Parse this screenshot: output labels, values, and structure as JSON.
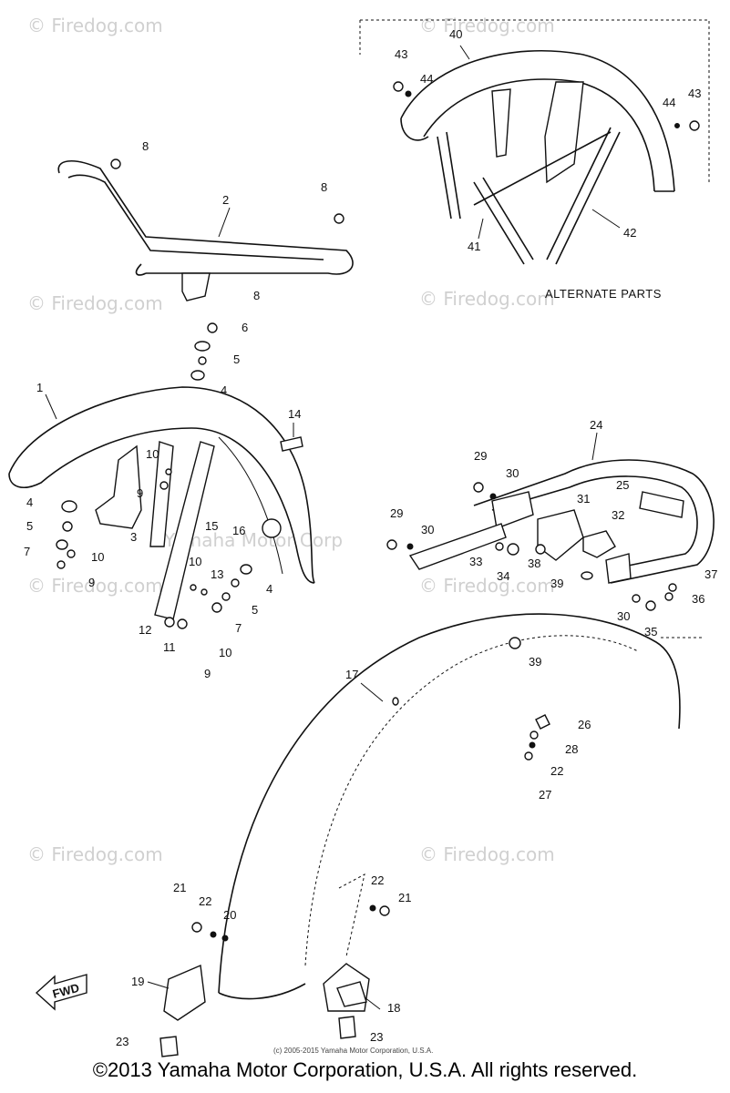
{
  "watermark_text": "© Firedog.com",
  "watermark_mid": "Yamaha Motor Corp",
  "alternate_parts_label": "ALTERNATE PARTS",
  "fwd_label": "FWD",
  "small_copyright": "(c) 2005-2015 Yamaha Motor Corporation, U.S.A.",
  "copyright": "©2013 Yamaha Motor Corporation, U.S.A. All rights reserved.",
  "callouts": [
    "1",
    "2",
    "3",
    "4",
    "5",
    "6",
    "7",
    "8",
    "9",
    "10",
    "11",
    "12",
    "13",
    "14",
    "15",
    "16",
    "17",
    "18",
    "19",
    "20",
    "21",
    "22",
    "23",
    "24",
    "25",
    "26",
    "27",
    "28",
    "29",
    "30",
    "31",
    "32",
    "33",
    "34",
    "35",
    "36",
    "37",
    "38",
    "39",
    "40",
    "41",
    "42",
    "43",
    "44"
  ]
}
